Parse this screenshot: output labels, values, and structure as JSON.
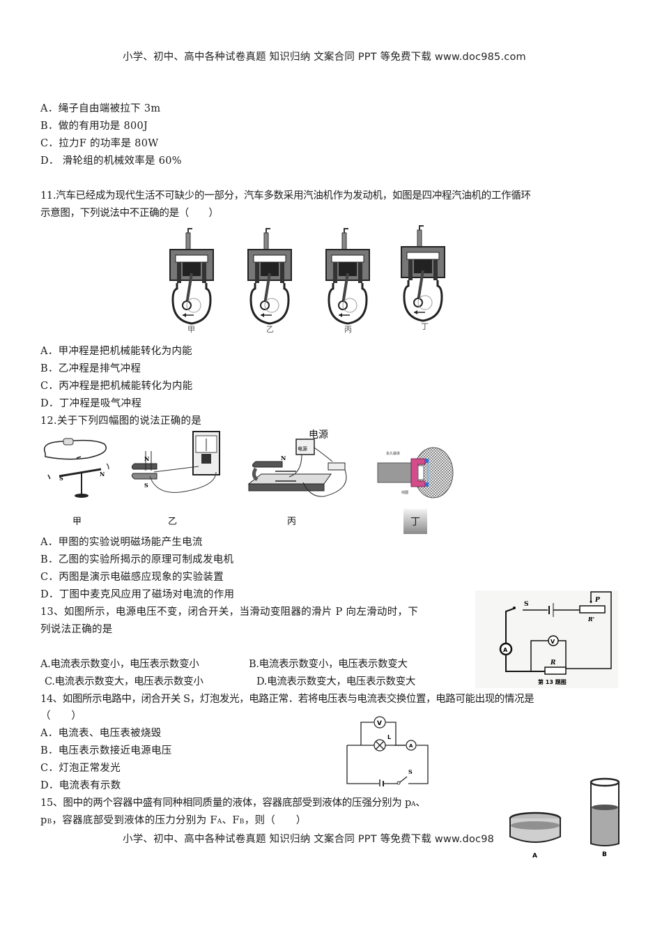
{
  "header": {
    "banner": "小学、初中、高中各种试卷真题 知识归纳 文案合同 PPT 等免费下载  www.doc985.com"
  },
  "q10_options": [
    "A．绳子自由端被拉下 3m",
    "B．做的有用功是 800J",
    "C．拉力F 的功率是 80W",
    "D．  滑轮组的机械效率是 60%"
  ],
  "q11": {
    "stem_line1": "11.汽车已经成为现代生活不可缺少的一部分，汽车多数采用汽油机作为发动机，如图是四冲程汽油机的工作循环",
    "stem_line2": "示意图，下列说法中不正确的是（　　）",
    "figure_labels": [
      "甲",
      "乙",
      "丙",
      "丁"
    ],
    "options": [
      "A．甲冲程是把机械能转化为内能",
      "B．乙冲程是排气冲程",
      "C．丙冲程是把机械能转化为内能",
      "D．丁冲程是吸气冲程"
    ]
  },
  "q12": {
    "stem": "12.关于下列四幅图的说法正确的是",
    "power_label": "电源",
    "power_box_label": "电源",
    "magnet_labels": {
      "n": "N",
      "s": "S"
    },
    "figure_labels": [
      "甲",
      "乙",
      "丙",
      "丁"
    ],
    "options": [
      "A．甲图的实验说明磁场能产生电流",
      "B．乙图的实验所揭示的原理可制成发电机",
      "C．丙图是演示电磁感应现象的实验装置",
      "D．丁图中麦克风应用了磁场对电流的作用"
    ]
  },
  "q13": {
    "stem_line1": "13、如图所示，电源电压不变，闭合开关，当滑动变阻器的滑片 P 向左滑动时，下",
    "stem_line2": "列说法正确的是",
    "options_row1": [
      "A.电流表示数变小，电压表示数变小",
      "B.电流表示数变小，电压表示数变大"
    ],
    "options_row2": [
      "C.电流表示数变大，电压表示数变小",
      "D.电流表示数变大，电压表示数变大"
    ],
    "figure": {
      "switch": "S",
      "slider": "P",
      "rheostat": "R'",
      "resistor": "R",
      "ammeter": "A",
      "voltmeter": "V",
      "caption": "第 13 题图"
    }
  },
  "q14": {
    "stem_line1": "14、如图所示电路中，闭合开关 S，灯泡发光，电路正常．若将电压表与电流表交换位置，电路可能出现的情况是",
    "stem_line2": "（　　）",
    "options": [
      "A．电流表、电压表被烧毁",
      "B．电压表示数接近电源电压",
      "C．灯泡正常发光",
      "D．电流表有示数"
    ],
    "figure": {
      "voltmeter": "V",
      "lamp": "L",
      "ammeter": "A",
      "switch": "S"
    }
  },
  "q15": {
    "stem_line1_prefix": "15、图中的两个容器中盛有同种相同质量的液体，容器底部受到液体的压强分别为 p",
    "sub_a": "A",
    "sep": "、",
    "line2_p": "p",
    "sub_b": "B",
    "line2_mid": "，容器底部受到液体的压力分别为 F",
    "line2_sep": "、F",
    "line2_end": "，则（　　）",
    "figure_labels": [
      "A",
      "B"
    ]
  },
  "footer": {
    "banner": "小学、初中、高中各种试卷真题 知识归纳 文案合同 PPT 等免费下载  www.doc98"
  }
}
